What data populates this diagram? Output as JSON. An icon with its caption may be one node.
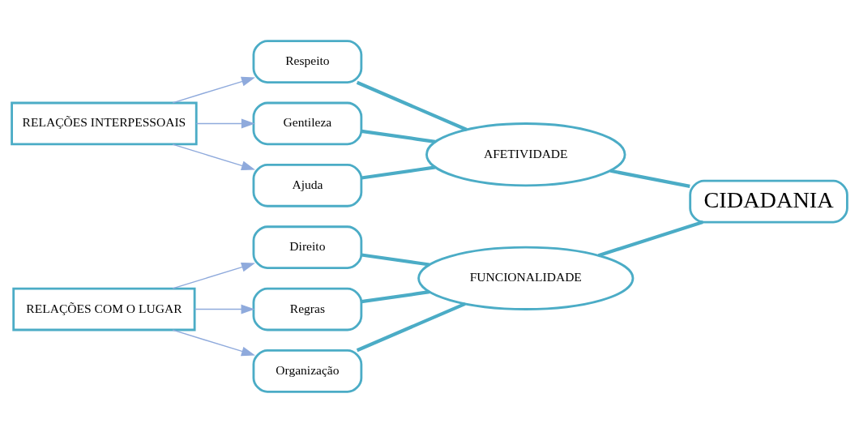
{
  "diagram": {
    "nodes": [
      {
        "text": [
          "RELAÇÕES INTERPESSOAIS"
        ]
      },
      {
        "text": [
          "Respeito"
        ]
      },
      {
        "text": [
          "Gentileza"
        ]
      },
      {
        "text": [
          "Ajuda"
        ]
      },
      {
        "text": [
          "AFETIVIDADE"
        ]
      },
      {
        "text": [
          "RELAÇÕES COM O LUGAR"
        ]
      },
      {
        "text": [
          "Direito"
        ]
      },
      {
        "text": [
          "Regras"
        ]
      },
      {
        "text": [
          "Organização"
        ]
      },
      {
        "text": [
          "FUNCIONALIDADE"
        ]
      },
      {
        "text": [
          "CIDADANIA"
        ]
      }
    ],
    "edges": [
      {
        "from": 0,
        "to": 1,
        "arrow": "to",
        "color": "#8faadc"
      },
      {
        "from": 0,
        "to": 2,
        "arrow": "to",
        "color": "#8faadc"
      },
      {
        "from": 0,
        "to": 3,
        "arrow": "to",
        "color": "#8faadc"
      },
      {
        "from": 1,
        "to": 4,
        "arrow": "none"
      },
      {
        "from": 2,
        "to": 4,
        "arrow": "none"
      },
      {
        "from": 3,
        "to": 4,
        "arrow": "none"
      },
      {
        "from": 5,
        "to": 6,
        "arrow": "to",
        "color": "#8faadc"
      },
      {
        "from": 5,
        "to": 7,
        "arrow": "to",
        "color": "#8faadc"
      },
      {
        "from": 5,
        "to": 8,
        "arrow": "to",
        "color": "#8faadc"
      },
      {
        "from": 6,
        "to": 9,
        "arrow": "none"
      },
      {
        "from": 7,
        "to": 9,
        "arrow": "none"
      },
      {
        "from": 8,
        "to": 9,
        "arrow": "none"
      },
      {
        "from": 4,
        "to": 10,
        "arrow": "none"
      },
      {
        "from": 9,
        "to": 10,
        "arrow": "none"
      }
    ]
  }
}
